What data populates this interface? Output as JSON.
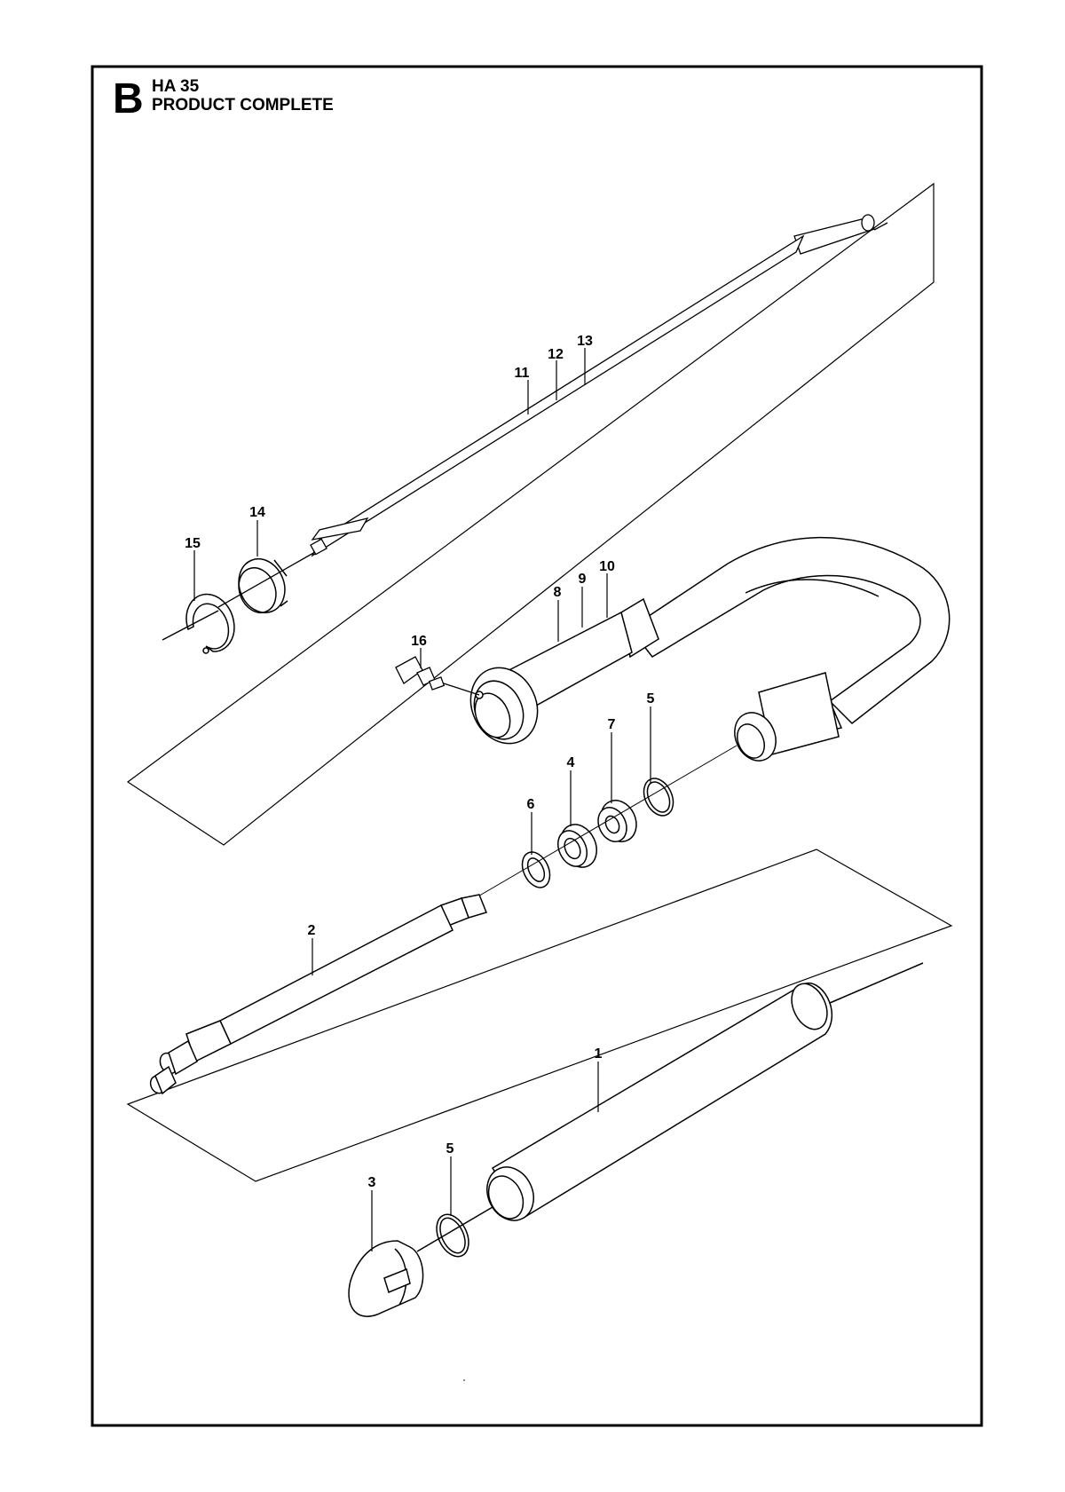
{
  "header": {
    "section_letter": "B",
    "model": "HA 35",
    "title": "PRODUCT COMPLETE"
  },
  "callouts": [
    "1",
    "2",
    "3",
    "4",
    "5",
    "5",
    "6",
    "7",
    "8",
    "9",
    "10",
    "11",
    "12",
    "13",
    "14",
    "15",
    "16"
  ],
  "colors": {
    "line": "#000000",
    "background": "#ffffff"
  }
}
